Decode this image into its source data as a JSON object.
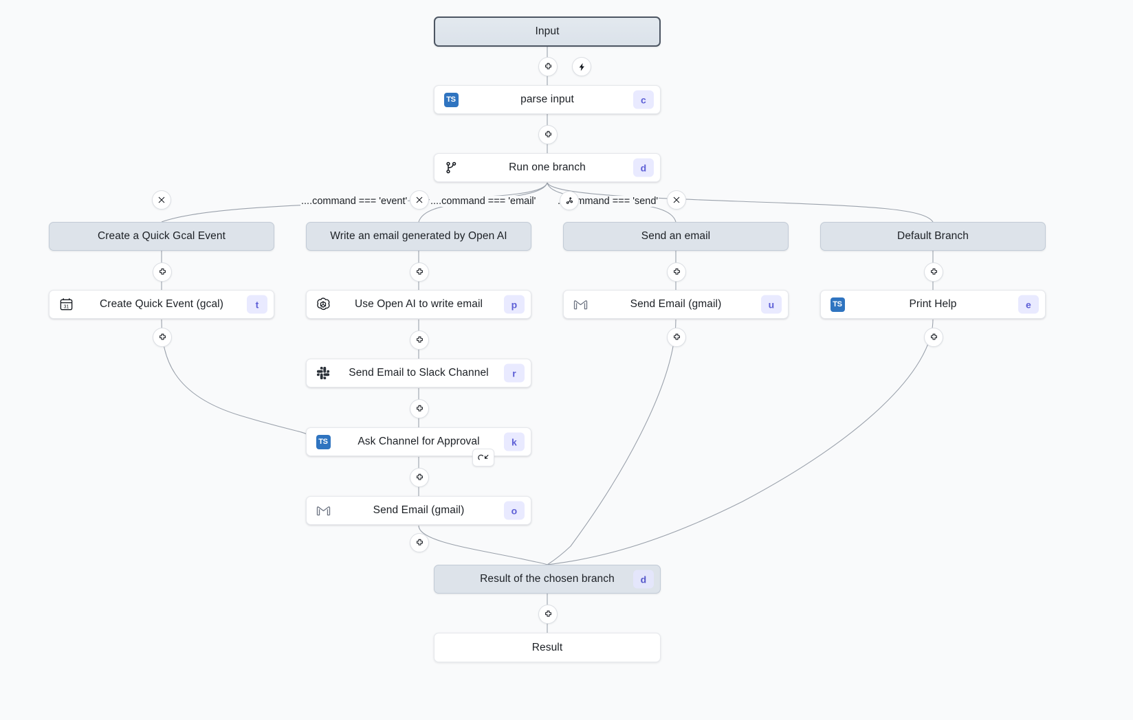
{
  "canvas": {
    "background": "#f9fafb",
    "accent_badge_bg": "#e9eaff",
    "accent_badge_fg": "#5d5fd6",
    "grey_node_bg": "#dde3ea",
    "grey_node_border": "#c2cbd6",
    "ts_icon_bg": "#2f74c0"
  },
  "flow": {
    "input": {
      "label": "Input"
    },
    "parse_input": {
      "label": "parse input",
      "badge": "c",
      "icon": "typescript-icon"
    },
    "run_one_branch": {
      "label": "Run one branch",
      "badge": "d",
      "icon": "branch-icon"
    },
    "result_of_branch": {
      "label": "Result of the chosen branch",
      "badge": "d"
    },
    "result": {
      "label": "Result"
    }
  },
  "branches": [
    {
      "condition": "....command === 'event'",
      "header": "Create a Quick Gcal Event",
      "steps": [
        {
          "label": "Create Quick Event (gcal)",
          "badge": "t",
          "icon": "google-calendar-icon"
        }
      ]
    },
    {
      "condition": "....command === 'email'",
      "header": "Write an email generated by Open AI",
      "steps": [
        {
          "label": "Use Open AI to write email",
          "badge": "p",
          "icon": "openai-icon"
        },
        {
          "label": "Send Email to Slack Channel",
          "badge": "r",
          "icon": "slack-icon"
        },
        {
          "label": "Ask Channel for Approval",
          "badge": "k",
          "icon": "typescript-icon",
          "suspend": "suspend-resume-icon"
        },
        {
          "label": "Send Email (gmail)",
          "badge": "o",
          "icon": "gmail-icon"
        }
      ]
    },
    {
      "condition": "...command === 'send'",
      "header": "Send an email",
      "steps": [
        {
          "label": "Send Email (gmail)",
          "badge": "u",
          "icon": "gmail-icon"
        }
      ]
    },
    {
      "condition": "",
      "header": "Default Branch",
      "steps": [
        {
          "label": "Print Help",
          "badge": "e",
          "icon": "typescript-icon"
        }
      ]
    }
  ],
  "controls": {
    "add_step": "plus-icon",
    "trigger": "lightning-icon",
    "remove_branch": "close-icon",
    "add_branch": "add-branch-icon"
  }
}
